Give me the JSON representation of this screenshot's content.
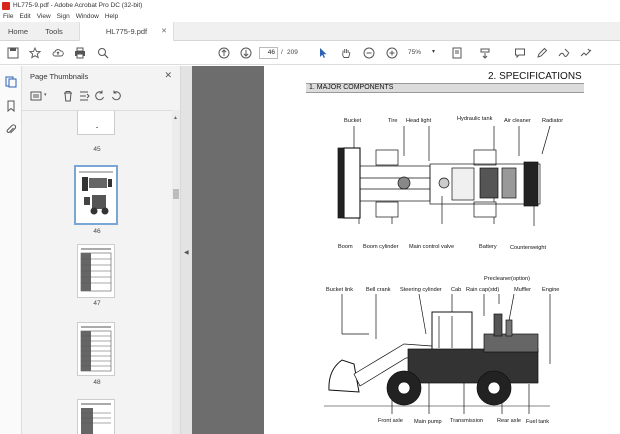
{
  "window": {
    "title": "HL775-9.pdf - Adobe Acrobat Pro DC (32-bit)"
  },
  "menu": [
    "File",
    "Edit",
    "View",
    "Sign",
    "Window",
    "Help"
  ],
  "tabs": {
    "home": "Home",
    "tools": "Tools",
    "document": "HL775-9.pdf"
  },
  "toolbar": {
    "page_current": "46",
    "page_separator": "/",
    "page_total": "209",
    "zoom": "75%"
  },
  "panel": {
    "title": "Page Thumbnails"
  },
  "thumbnails": [
    "45",
    "46",
    "47",
    "48"
  ],
  "document": {
    "heading": "2. SPECIFICATIONS",
    "section": "1. MAJOR COMPONENTS",
    "top_view_labels": {
      "bucket": "Bucket",
      "tire": "Tire",
      "head_light": "Head light",
      "hydraulic_tank": "Hydraulic tank",
      "air_cleaner": "Air cleaner",
      "radiator": "Radiator",
      "boom": "Boom",
      "boom_cylinder": "Boom cylinder",
      "main_control_valve": "Main control valve",
      "battery": "Battery",
      "counterweight": "Counterweight"
    },
    "side_view_labels": {
      "precleaner": "Precleaner(option)",
      "bucket_link": "Bucket link",
      "bell_crank": "Bell crank",
      "steering_cylinder": "Steering cylinder",
      "cab": "Cab",
      "rain_cap": "Rain cap(std)",
      "muffler": "Muffler",
      "engine": "Engine",
      "front_axle": "Front axle",
      "main_pump": "Main pump",
      "transmission": "Transmission",
      "rear_axle": "Rear axle",
      "fuel_tank": "Fuel tank"
    }
  }
}
